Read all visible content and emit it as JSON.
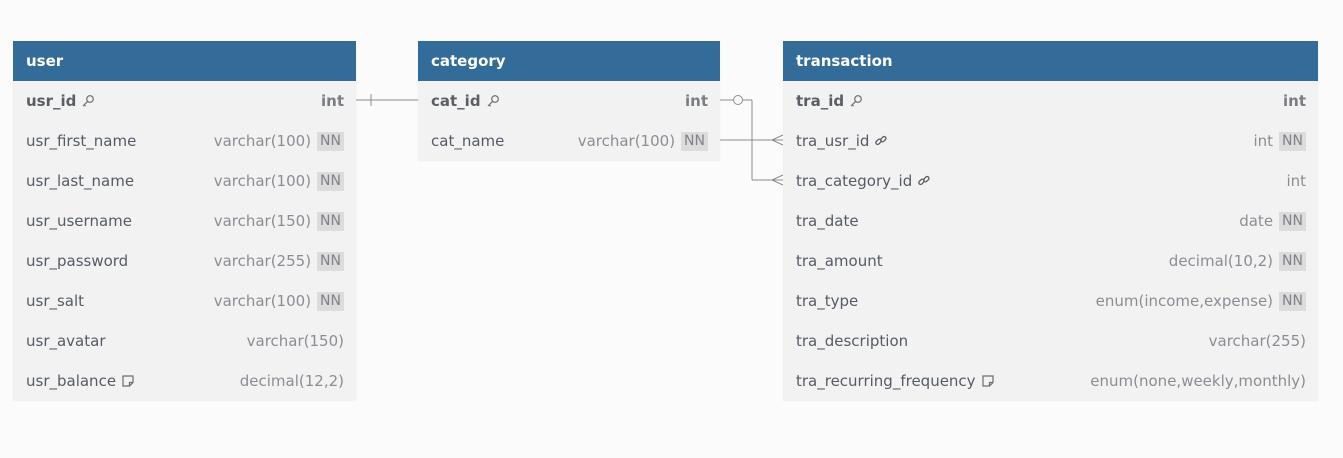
{
  "tables": {
    "user": {
      "name": "user",
      "fields": [
        {
          "name": "usr_id",
          "type": "int",
          "nn": "",
          "icon": "key-icon",
          "pk": true
        },
        {
          "name": "usr_first_name",
          "type": "varchar(100)",
          "nn": "NN"
        },
        {
          "name": "usr_last_name",
          "type": "varchar(100)",
          "nn": "NN"
        },
        {
          "name": "usr_username",
          "type": "varchar(150)",
          "nn": "NN"
        },
        {
          "name": "usr_password",
          "type": "varchar(255)",
          "nn": "NN"
        },
        {
          "name": "usr_salt",
          "type": "varchar(100)",
          "nn": "NN"
        },
        {
          "name": "usr_avatar",
          "type": "varchar(150)",
          "nn": ""
        },
        {
          "name": "usr_balance",
          "type": "decimal(12,2)",
          "nn": "",
          "icon": "note-icon"
        }
      ]
    },
    "category": {
      "name": "category",
      "fields": [
        {
          "name": "cat_id",
          "type": "int",
          "nn": "",
          "icon": "key-icon",
          "pk": true
        },
        {
          "name": "cat_name",
          "type": "varchar(100)",
          "nn": "NN"
        }
      ]
    },
    "transaction": {
      "name": "transaction",
      "fields": [
        {
          "name": "tra_id",
          "type": "int",
          "nn": "",
          "icon": "key-icon",
          "pk": true
        },
        {
          "name": "tra_usr_id",
          "type": "int",
          "nn": "NN",
          "icon": "link-icon"
        },
        {
          "name": "tra_category_id",
          "type": "int",
          "nn": "",
          "icon": "link-icon"
        },
        {
          "name": "tra_date",
          "type": "date",
          "nn": "NN"
        },
        {
          "name": "tra_amount",
          "type": "decimal(10,2)",
          "nn": "NN"
        },
        {
          "name": "tra_type",
          "type": "enum(income,expense)",
          "nn": "NN"
        },
        {
          "name": "tra_description",
          "type": "varchar(255)",
          "nn": ""
        },
        {
          "name": "tra_recurring_frequency",
          "type": "enum(none,weekly,monthly)",
          "nn": "",
          "icon": "note-icon"
        }
      ]
    }
  },
  "colors": {
    "header": "#336b99",
    "body": "#f2f2f2",
    "line": "#8a8e94"
  }
}
